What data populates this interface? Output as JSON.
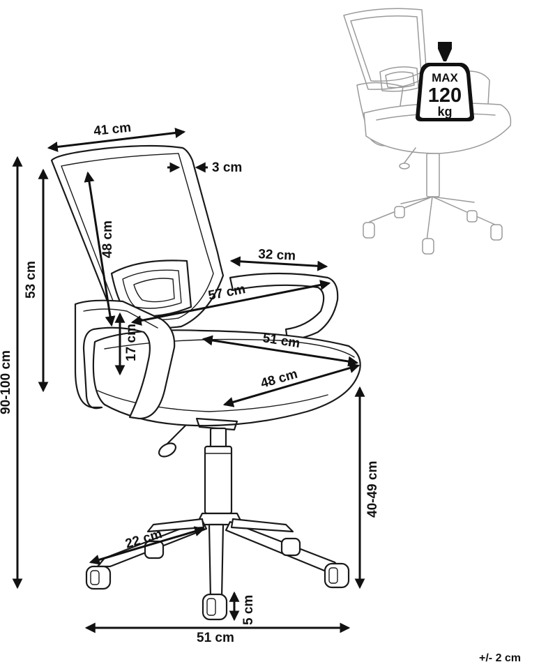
{
  "dimensions": {
    "backrest_width": "41 cm",
    "backrest_thickness": "3 cm",
    "backrest_height": "48 cm",
    "backrest_total_height": "53 cm",
    "overall_height": "90-100 cm",
    "armrest_length": "32 cm",
    "width_between_armrests": "57 cm",
    "armrest_height": "17 cm",
    "seat_width": "51 cm",
    "seat_depth": "48 cm",
    "seat_height": "40-49 cm",
    "base_leg_length": "22 cm",
    "caster_height": "5 cm",
    "base_width": "51 cm"
  },
  "max_load": {
    "line1": "MAX",
    "line2": "120",
    "line3": "kg"
  },
  "tolerance": "+/- 2 cm"
}
